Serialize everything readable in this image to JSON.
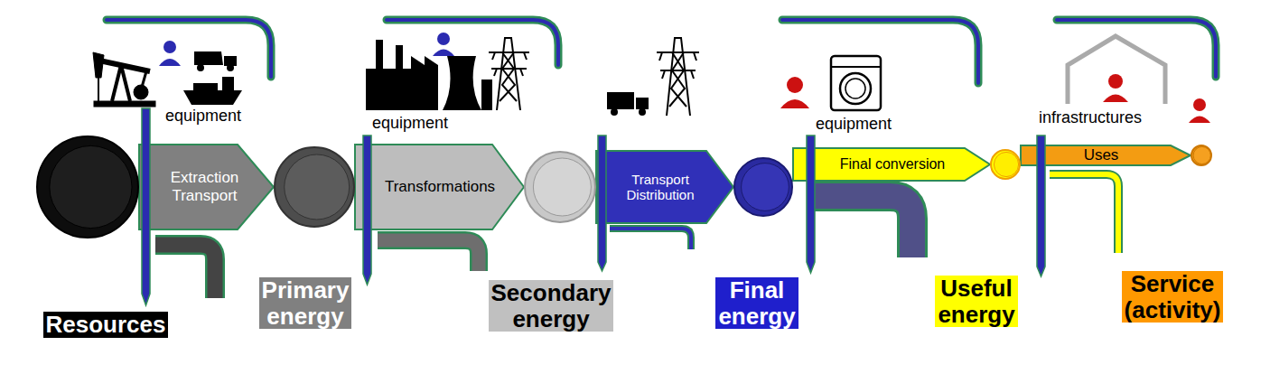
{
  "diagram": {
    "nodes": [
      {
        "text": [
          "Resources"
        ]
      },
      {
        "text": [
          "Primary energy"
        ]
      },
      {
        "text": [
          "Secondary energy"
        ]
      },
      {
        "text": [
          "Final energy"
        ]
      },
      {
        "text": [
          "Useful energy"
        ]
      },
      {
        "text": [
          "Service (activity)"
        ]
      }
    ],
    "edges": [
      {
        "from": 0,
        "to": 1,
        "label": "Extraction Transport",
        "arrow": "to"
      },
      {
        "from": 1,
        "to": 2,
        "label": "Transformations",
        "arrow": "to"
      },
      {
        "from": 2,
        "to": 3,
        "label": "Transport Distribution",
        "arrow": "to"
      },
      {
        "from": 3,
        "to": 4,
        "label": "Final conversion",
        "arrow": "to"
      },
      {
        "from": 4,
        "to": 5,
        "label": "Uses",
        "arrow": "to"
      }
    ],
    "labels": [
      "equipment",
      "equipment",
      "equipment",
      "infrastructures"
    ]
  }
}
